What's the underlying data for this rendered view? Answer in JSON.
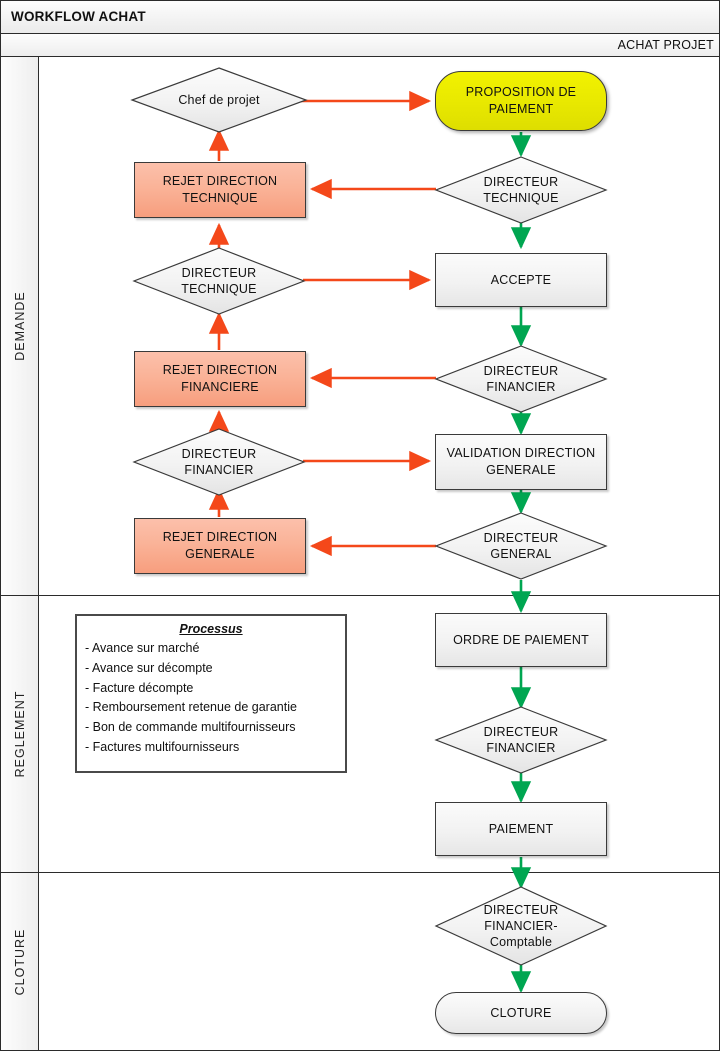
{
  "header": {
    "title": "WORKFLOW ACHAT",
    "subtitle": "ACHAT PROJET"
  },
  "colors": {
    "reject_fill": "#f9ab8c",
    "start_fill": "#e9e900",
    "process_fill": "#f1f1f1",
    "accept_edge": "#00a651",
    "reject_edge": "#f4481a",
    "border": "#3a3a3a"
  },
  "lanes": [
    {
      "id": "demande",
      "label": "DEMANDE"
    },
    {
      "id": "reglement",
      "label": "REGLEMENT"
    },
    {
      "id": "cloture",
      "label": "CLOTURE"
    }
  ],
  "nodes": {
    "chef_de_projet": {
      "label": "Chef de projet",
      "shape": "decision"
    },
    "proposition_paiement": {
      "label_line1": "PROPOSITION DE",
      "label_line2": "PAIEMENT",
      "shape": "start"
    },
    "rejet_direction_technique": {
      "label_line1": "REJET DIRECTION",
      "label_line2": "TECHNIQUE",
      "shape": "reject"
    },
    "directeur_technique_1": {
      "label_line1": "DIRECTEUR",
      "label_line2": "TECHNIQUE",
      "shape": "decision"
    },
    "directeur_technique_2": {
      "label_line1": "DIRECTEUR",
      "label_line2": "TECHNIQUE",
      "shape": "decision"
    },
    "accepte": {
      "label": "ACCEPTE",
      "shape": "process"
    },
    "rejet_direction_financiere": {
      "label_line1": "REJET DIRECTION",
      "label_line2": "FINANCIERE",
      "shape": "reject"
    },
    "directeur_financier_1": {
      "label_line1": "DIRECTEUR",
      "label_line2": "FINANCIER",
      "shape": "decision"
    },
    "directeur_financier_2": {
      "label_line1": "DIRECTEUR",
      "label_line2": "FINANCIER",
      "shape": "decision"
    },
    "validation_direction_generale": {
      "label_line1": "VALIDATION DIRECTION",
      "label_line2": "GENERALE",
      "shape": "process"
    },
    "rejet_direction_generale": {
      "label_line1": "REJET DIRECTION",
      "label_line2": "GENERALE",
      "shape": "reject"
    },
    "directeur_general": {
      "label_line1": "DIRECTEUR",
      "label_line2": "GENERAL",
      "shape": "decision"
    },
    "ordre_de_paiement": {
      "label": "ORDRE DE PAIEMENT",
      "shape": "process"
    },
    "directeur_financier_3": {
      "label_line1": "DIRECTEUR",
      "label_line2": "FINANCIER",
      "shape": "decision"
    },
    "paiement": {
      "label": "PAIEMENT",
      "shape": "process"
    },
    "directeur_financier_comptable": {
      "label_line1": "DIRECTEUR",
      "label_line2": "FINANCIER-",
      "label_line3": "Comptable",
      "shape": "decision"
    },
    "cloture": {
      "label": "CLOTURE",
      "shape": "terminator"
    }
  },
  "note": {
    "title": "Processus",
    "items": [
      "- Avance sur marché",
      "- Avance sur décompte",
      "- Facture décompte",
      "- Remboursement retenue de garantie",
      "- Bon de commande multifournisseurs",
      "- Factures multifournisseurs"
    ]
  }
}
